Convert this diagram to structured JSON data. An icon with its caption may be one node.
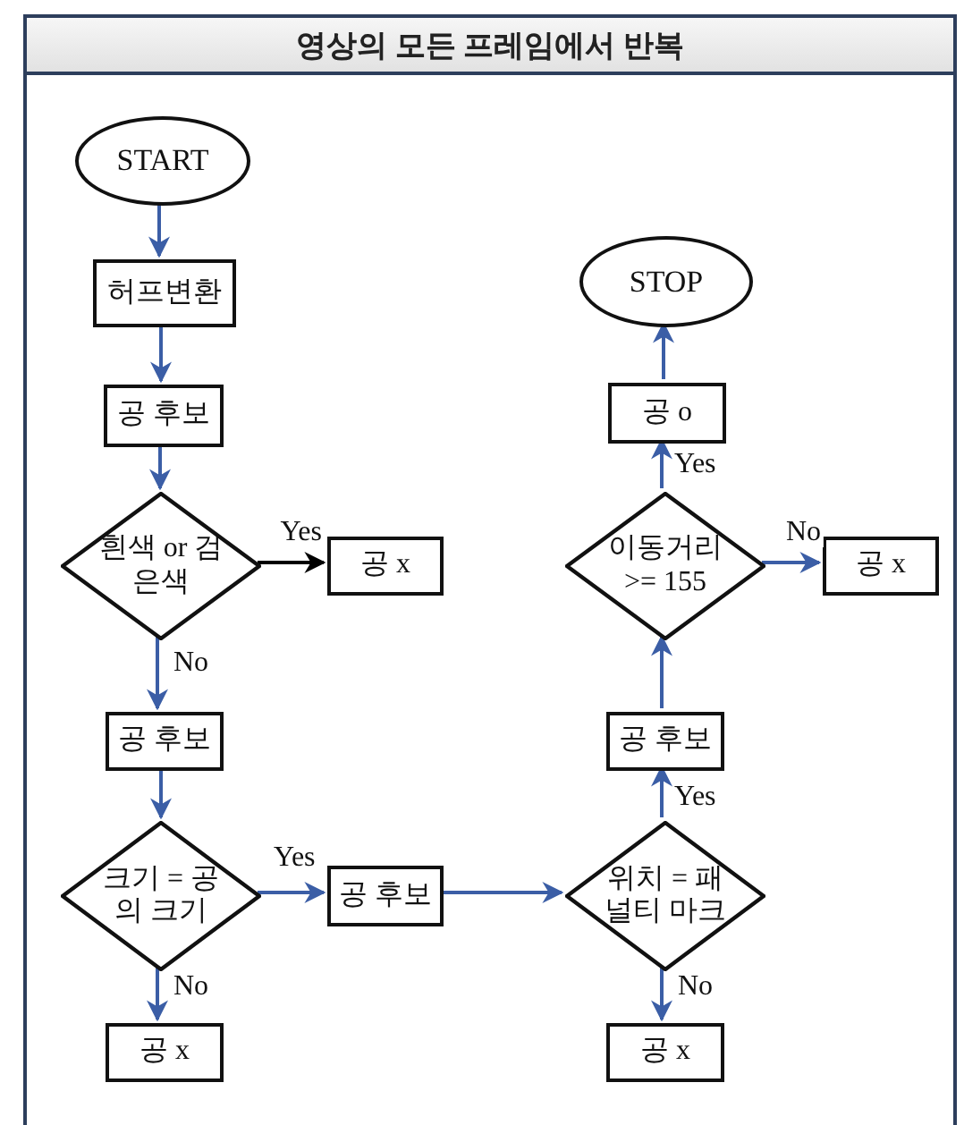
{
  "diagram": {
    "nodes": [
      {
        "text": [
          "영상의 모든 프레임에서 반복"
        ]
      },
      {
        "text": [
          "START"
        ],
        "in": 0
      },
      {
        "text": [
          "허프변환"
        ],
        "in": 0
      },
      {
        "text": [
          "공 후보"
        ],
        "in": 0
      },
      {
        "text": [
          "흰색 or 검은색"
        ],
        "in": 0
      },
      {
        "text": [
          "공 x"
        ],
        "in": 0
      },
      {
        "text": [
          "공 후보"
        ],
        "in": 0
      },
      {
        "text": [
          "크기 = 공의 크기"
        ],
        "in": 0
      },
      {
        "text": [
          "공 후보"
        ],
        "in": 0
      },
      {
        "text": [
          "공 x"
        ],
        "in": 0
      },
      {
        "text": [
          "STOP"
        ],
        "in": 0
      },
      {
        "text": [
          "공 o"
        ],
        "in": 0
      },
      {
        "text": [
          "이동거리 >= 155"
        ],
        "in": 0
      },
      {
        "text": [
          "공 x"
        ],
        "in": 0
      },
      {
        "text": [
          "공 후보"
        ],
        "in": 0
      },
      {
        "text": [
          "위치 = 패널티 마크"
        ],
        "in": 0
      },
      {
        "text": [
          "공 x"
        ],
        "in": 0
      }
    ],
    "edges": [
      {
        "from": 1,
        "to": 2,
        "arrow": "to"
      },
      {
        "from": 2,
        "to": 3,
        "arrow": "to"
      },
      {
        "from": 3,
        "to": 4,
        "arrow": "to"
      },
      {
        "from": 4,
        "to": 5,
        "arrow": "to",
        "label": "Yes",
        "color": "#000000"
      },
      {
        "from": 4,
        "to": 6,
        "arrow": "to",
        "label": "No"
      },
      {
        "from": 6,
        "to": 7,
        "arrow": "to"
      },
      {
        "from": 7,
        "to": 8,
        "arrow": "to",
        "label": "Yes"
      },
      {
        "from": 7,
        "to": 9,
        "arrow": "to",
        "label": "No"
      },
      {
        "from": 8,
        "to": 15,
        "arrow": "to"
      },
      {
        "from": 15,
        "to": 14,
        "arrow": "to",
        "label": "Yes"
      },
      {
        "from": 15,
        "to": 16,
        "arrow": "to",
        "label": "No"
      },
      {
        "from": 14,
        "to": 12,
        "arrow": "to"
      },
      {
        "from": 12,
        "to": 11,
        "arrow": "to",
        "label": "Yes"
      },
      {
        "from": 12,
        "to": 13,
        "arrow": "to",
        "label": "No"
      },
      {
        "from": 11,
        "to": 10,
        "arrow": "to"
      }
    ]
  }
}
